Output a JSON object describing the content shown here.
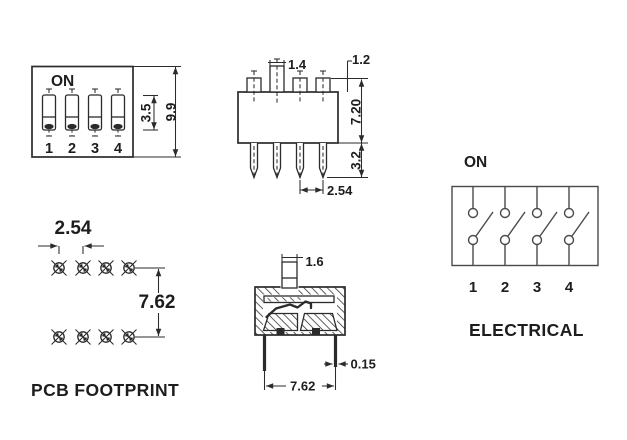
{
  "colors": {
    "line": "#2b2b2b",
    "electrical_line": "#4a4a4a",
    "text": "#1d1d1d",
    "background": "#ffffff"
  },
  "top_view": {
    "on_label": "ON",
    "positions": [
      "1",
      "2",
      "3",
      "4"
    ],
    "dim_slot_height": "3.5",
    "dim_body_height": "9.9"
  },
  "side_view": {
    "dim_actuator_width": "1.4",
    "dim_actuator_height": "1.2",
    "dim_body_height": "7.20",
    "dim_pin_length": "3.2",
    "dim_pin_pitch": "2.54"
  },
  "cross_section": {
    "dim_actuator_width": "1.6",
    "dim_pin_thickness": "0.15",
    "dim_pin_span": "7.62"
  },
  "pcb_footprint": {
    "caption": "PCB FOOTPRINT",
    "dim_pad_pitch": "2.54",
    "dim_row_spacing": "7.62"
  },
  "electrical": {
    "on_label": "ON",
    "positions": [
      "1",
      "2",
      "3",
      "4"
    ],
    "caption": "ELECTRICAL"
  }
}
